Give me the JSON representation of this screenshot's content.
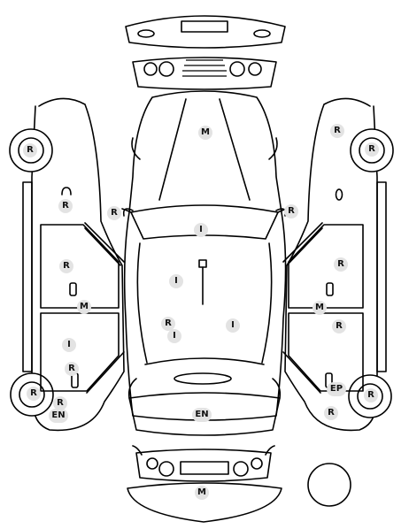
{
  "markers": [
    {
      "id": "roof",
      "code": "M"
    },
    {
      "id": "left-rear-wheel",
      "code": "R"
    },
    {
      "id": "right-rear-wheel",
      "code": "R"
    },
    {
      "id": "right-rear-quarter",
      "code": "R"
    },
    {
      "id": "left-fuel-door",
      "code": "R"
    },
    {
      "id": "left-mirror",
      "code": "R"
    },
    {
      "id": "right-mirror",
      "code": "R"
    },
    {
      "id": "windshield",
      "code": "I"
    },
    {
      "id": "left-rear-door",
      "code": "R"
    },
    {
      "id": "right-rear-door",
      "code": "R"
    },
    {
      "id": "hood-left",
      "code": "I"
    },
    {
      "id": "left-b-pillar",
      "code": "M"
    },
    {
      "id": "right-b-pillar",
      "code": "M"
    },
    {
      "id": "hood-center-r",
      "code": "R"
    },
    {
      "id": "hood-center-i",
      "code": "I"
    },
    {
      "id": "hood-right",
      "code": "I"
    },
    {
      "id": "right-front-door",
      "code": "R"
    },
    {
      "id": "left-front-door",
      "code": "I"
    },
    {
      "id": "left-front-door-lower",
      "code": "R"
    },
    {
      "id": "left-front-wheel",
      "code": "R"
    },
    {
      "id": "right-front-wheel",
      "code": "R"
    },
    {
      "id": "right-front-fender",
      "code": "EP"
    },
    {
      "id": "left-front-fender-r",
      "code": "R"
    },
    {
      "id": "left-front-fender-en",
      "code": "EN"
    },
    {
      "id": "front-bumper",
      "code": "EN"
    },
    {
      "id": "right-front-quarter",
      "code": "R"
    },
    {
      "id": "front-view",
      "code": "M"
    }
  ]
}
